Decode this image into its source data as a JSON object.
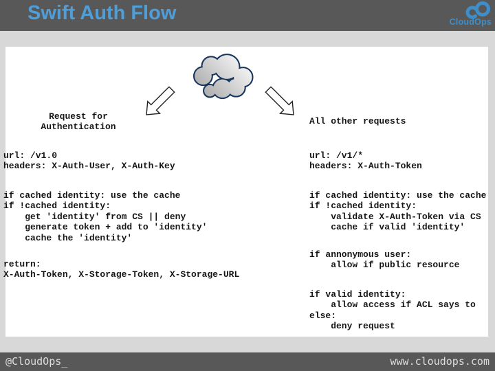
{
  "header": {
    "title": "Swift Auth Flow",
    "logo_text": "CloudOps"
  },
  "diagram": {
    "cloud_icon": "cloud",
    "left_arrow_label": "Request for\nAuthentication",
    "right_arrow_label": "All other requests"
  },
  "auth_flow": {
    "request": "url: /v1.0\nheaders: X-Auth-User, X-Auth-Key",
    "logic": "if cached identity: use the cache\nif !cached identity:\n    get 'identity' from CS || deny\n    generate token + add to 'identity'\n    cache the 'identity'",
    "response": "return:\nX-Auth-Token, X-Storage-Token, X-Storage-URL"
  },
  "other_requests_flow": {
    "request": "url: /v1/*\nheaders: X-Auth-Token",
    "logic": "if cached identity: use the cache\nif !cached identity:\n    validate X-Auth-Token via CS\n    cache if valid 'identity'",
    "anonymous": "if annonymous user:\n    allow if public resource",
    "acl": "if valid identity:\n    allow access if ACL says to\nelse:\n    deny request"
  },
  "footer": {
    "handle": "@CloudOps_",
    "website": "www.cloudops.com"
  },
  "colors": {
    "header_bg": "#585858",
    "title_blue": "#4f9ed8",
    "logo_blue": "#3e8ec9",
    "slide_bg": "#d8d8d8",
    "panel_bg": "#ffffff",
    "code_text": "#161616",
    "footer_text": "#dedede",
    "cloud_stroke": "#17365d"
  }
}
